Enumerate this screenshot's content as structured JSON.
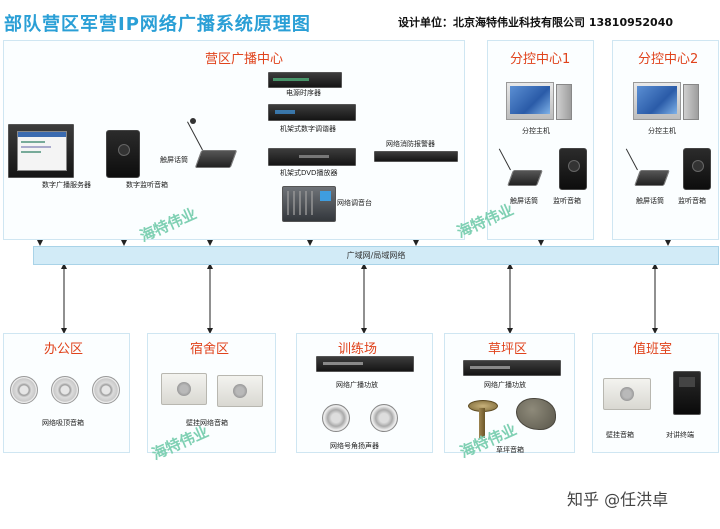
{
  "title": "部队营区军营IP网络广播系统原理图",
  "designer": "设计单位：北京海特伟业科技有限公司  13810952040",
  "bus_label": "广域网/局域网络",
  "watermark": "海特伟业",
  "credit": "知乎 @任洪卓",
  "center": {
    "title": "营区广播中心",
    "devices": {
      "digital_server": "数字广播服务器",
      "monitor_speaker": "数字监听音箱",
      "touch_mic": "触屏话筒",
      "power_sequencer": "电源时序器",
      "rack_tuner": "机架式数字调谐器",
      "rack_dvd": "机架式DVD播放器",
      "mixer": "网络调音台",
      "fire_alarm": "网络消防报警器"
    }
  },
  "sub1": {
    "title": "分控中心1",
    "host": "分控主机",
    "mic": "触屏话筒",
    "speaker": "监听音箱"
  },
  "sub2": {
    "title": "分控中心2",
    "host": "分控主机",
    "mic": "触屏话筒",
    "speaker": "监听音箱"
  },
  "zones": [
    {
      "title": "办公区",
      "items": [
        "网络吸顶音箱"
      ]
    },
    {
      "title": "宿舍区",
      "items": [
        "壁挂网络音箱"
      ]
    },
    {
      "title": "训练场",
      "items": [
        "网络广播功放",
        "网络号角扬声器"
      ]
    },
    {
      "title": "草坪区",
      "items": [
        "网络广播功放",
        "草坪音箱"
      ]
    },
    {
      "title": "值班室",
      "items": [
        "壁挂音箱",
        "对讲终端"
      ]
    }
  ]
}
